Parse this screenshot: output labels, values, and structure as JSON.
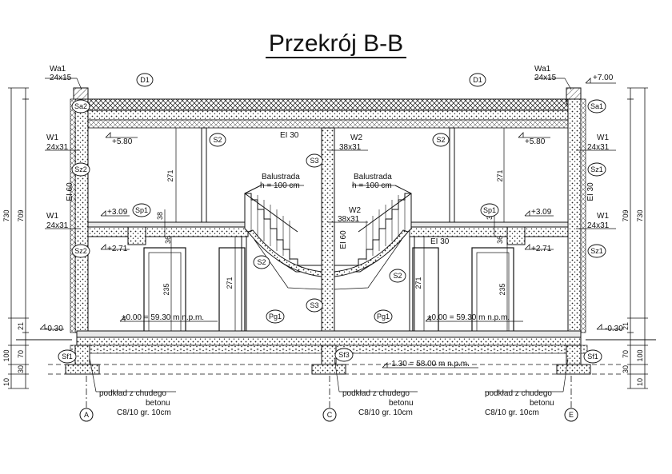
{
  "title": "Przekrój B-B",
  "labels": {
    "wa1_left": "Wa1",
    "wa1_left_dim": "24x15",
    "wa1_right": "Wa1",
    "wa1_right_dim": "24x15",
    "w1_upper_left": "W1",
    "w1_upper_left_dim": "24x31",
    "w1_lower_left": "W1",
    "w1_lower_left_dim": "24x31",
    "w1_upper_right": "W1",
    "w1_upper_right_dim": "24x31",
    "w1_lower_right": "W1",
    "w1_lower_right_dim": "24x31",
    "w2_upper": "W2",
    "w2_upper_dim": "38x31",
    "w2_lower": "W2",
    "w2_lower_dim": "38x31",
    "balustrada_left": "Balustrada",
    "balustrada_left_h": "h = 100 cm",
    "balustrada_right": "Balustrada",
    "balustrada_right_h": "h = 100 cm",
    "ei30_top": "EI 30",
    "ei30_right": "EI 30",
    "ei30_mid": "EI 30",
    "ei60_left": "EI 60",
    "ei60_mid": "EI 60",
    "podklad_left": "podkład z chudego",
    "betonu_left": "betonu",
    "c810_left": "C8/10 gr. 10cm",
    "podklad_mid": "podkład z chudego",
    "betonu_mid": "betonu",
    "c810_mid": "C8/10 gr. 10cm",
    "podklad_right": "podkład z chudego",
    "betonu_right": "betonu",
    "c810_right": "C8/10 gr. 10cm"
  },
  "tags": {
    "d1_left": "D1",
    "d1_right": "D1",
    "sa2": "Sa2",
    "sa1": "Sa1",
    "sz2_upper": "Sz2",
    "sz2_lower": "Sz2",
    "sz1_upper": "Sz1",
    "sz1_lower": "Sz1",
    "s2_ul": "S2",
    "s2_ur": "S2",
    "s2_ml": "S2",
    "s2_mr": "S2",
    "s3_upper": "S3",
    "s3_lower": "S3",
    "sp1_left": "Sp1",
    "sp1_right": "Sp1",
    "pg1_left": "Pg1",
    "pg1_right": "Pg1",
    "sf1_left": "Sf1",
    "sf1_right": "Sf1",
    "sf3": "Sf3",
    "axis_a": "A",
    "axis_c": "C",
    "axis_e": "E"
  },
  "levels": {
    "top": "+7.00",
    "ceiling_left": "+5.80",
    "ceiling_right": "+5.80",
    "floor1_left": "+3.09",
    "floor1_right": "+3.09",
    "ceil0_left": "+2.71",
    "ceil0_right": "+2.71",
    "zero_left": "±0.00 = 59.30 m n.p.m.",
    "zero_right": "±0.00 = 59.30 m n.p.m.",
    "ground_left": "-0.30",
    "ground_right": "-0.30",
    "foundation": "-1.30 = 58.00 m n.p.m."
  },
  "dims": {
    "left_outer": "730",
    "left_inner": "709",
    "left_21": "21",
    "left_100": "100",
    "left_70": "70",
    "left_30": "30",
    "left_10": "10",
    "right_outer": "730",
    "right_inner": "709",
    "right_21": "21",
    "right_100": "100",
    "right_70": "70",
    "right_30": "30",
    "right_10": "10",
    "h271_ul": "271",
    "h271_ur": "271",
    "h271_ml": "271",
    "h271_mr": "271",
    "h38_l": "38",
    "h38_r": "38",
    "h36_l": "36",
    "h36_r": "36",
    "h235_l": "235",
    "h235_r": "235"
  }
}
